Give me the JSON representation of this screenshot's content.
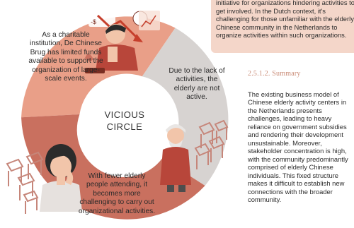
{
  "diagram": {
    "center_label_line1": "VICIOUS",
    "center_label_line2": "CIRCLE",
    "text_top_left": "As a charitable institution, De Chinese Brug has limited funds available to support the organization of large-scale events.",
    "text_right": "Due to the lack of activities, the elderly are not active.",
    "text_bottom": "With fewer elderly people attending, it becomes more challenging to carry out organizational activities."
  },
  "note_box": {
    "text": "initiative for organizations hindering activities to get involved. In the Dutch context, it's challenging for those unfamiliar with the elderly Chinese community in the Netherlands to organize activities within such organizations."
  },
  "section": {
    "heading": "2.5.1.2. Summary",
    "body": "The existing business model of Chinese elderly activity centers in the Netherlands presents challenges, leading to heavy reliance on government subsidies and rendering their development unsustainable. Moreover, stakeholder concentration is high, with the community predominantly comprised of elderly Chinese individuals. This fixed structure makes it difficult to establish new connections with the broader community."
  },
  "colors": {
    "segment_top": "#e99f88",
    "segment_right": "#d7d3d1",
    "segment_bottom": "#c9705f",
    "note_bg": "#f4d6c9",
    "heading": "#c98a75"
  }
}
